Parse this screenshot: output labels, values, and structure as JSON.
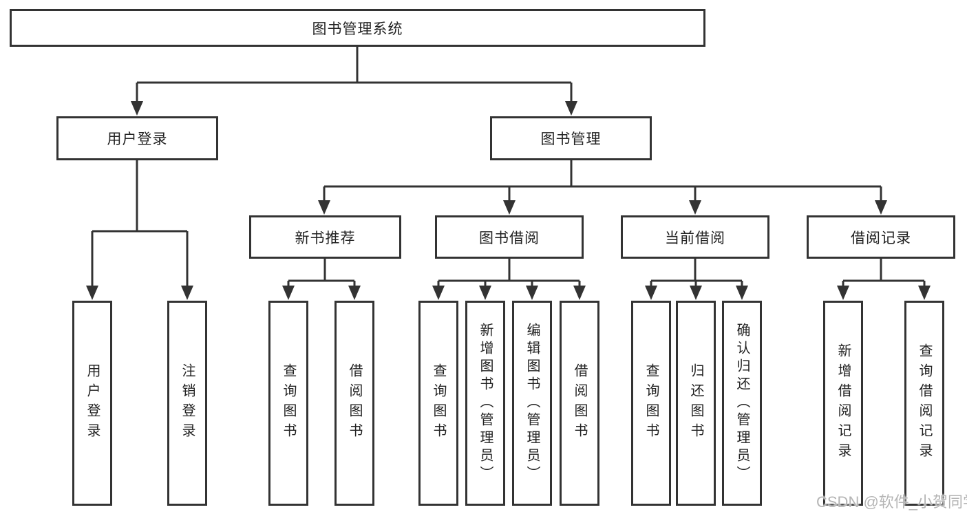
{
  "diagram": {
    "root": "图书管理系统",
    "level2": {
      "user": "用户登录",
      "book": "图书管理"
    },
    "level3": {
      "new_book": "新书推荐",
      "borrow": "图书借阅",
      "current": "当前借阅",
      "records": "借阅记录"
    },
    "leaves": {
      "user": [
        "用户登录",
        "注销登录"
      ],
      "new_book": [
        "查询图书",
        "借阅图书"
      ],
      "borrow": [
        "查询图书",
        "新增图书（管理员）",
        "编辑图书（管理员）",
        "借阅图书"
      ],
      "current": [
        "查询图书",
        "归还图书",
        "确认归还（管理员）"
      ],
      "records": [
        "新增借阅记录",
        "查询借阅记录"
      ]
    }
  },
  "watermark": "CSDN @软件_小贺同学",
  "colors": {
    "line": "#333333",
    "text": "#222222",
    "watermark": "#b5b5b5",
    "background": "#ffffff"
  }
}
